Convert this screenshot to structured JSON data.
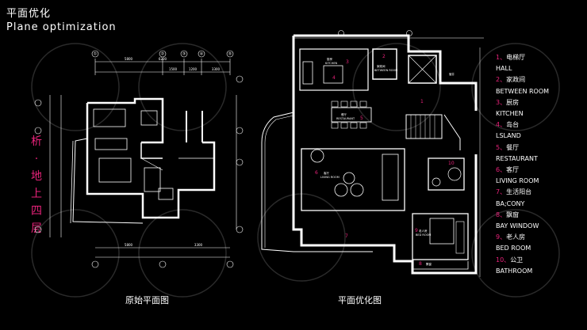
{
  "header": {
    "title_cn": "平面优化",
    "title_en": "Plane optimization"
  },
  "side_label": [
    "析",
    "·",
    "地",
    "上",
    "四",
    "层"
  ],
  "captions": {
    "original": "原始平面图",
    "optimized": "平面优化图"
  },
  "legend": [
    {
      "num": "1、",
      "cn": "电梯厅",
      "en": "HALL"
    },
    {
      "num": "2、",
      "cn": "家政间",
      "en": "BETWEEN ROOM"
    },
    {
      "num": "3、",
      "cn": "厨房",
      "en": "KITCHEN"
    },
    {
      "num": "4、",
      "cn": "岛台",
      "en": "LSLAND"
    },
    {
      "num": "5、",
      "cn": "餐厅",
      "en": "RESTAURANT"
    },
    {
      "num": "6、",
      "cn": "客厅",
      "en": "LIVING ROOM"
    },
    {
      "num": "7、",
      "cn": "生活阳台",
      "en": "BA;CONY"
    },
    {
      "num": "8、",
      "cn": "飘窗",
      "en": "BAY WINDOW"
    },
    {
      "num": "9、",
      "cn": "老人房",
      "en": "BED ROOM"
    },
    {
      "num": "10、",
      "cn": "公卫",
      "en": "BATHROOM"
    }
  ],
  "plan_labels": {
    "kitchen_cn": "厨房",
    "kitchen_en": "KITCHEN",
    "between_cn": "家政间",
    "between_en": "BETWEEN ROOM",
    "restaurant_cn": "餐厅",
    "restaurant_en": "RESTAURANT",
    "living_cn": "客厅",
    "living_en": "LIVING ROOM",
    "bed_cn": "老人房",
    "bed_en": "BED ROOM",
    "bay": "飘窗",
    "elevator_note": "管井"
  },
  "room_numbers": [
    "1",
    "2",
    "3",
    "4",
    "5",
    "6",
    "7",
    "8",
    "9",
    "10"
  ],
  "dimensions_top": [
    "5800",
    "1500",
    "1200",
    "3300"
  ],
  "dimensions_total": "6200",
  "grid_marks_top": [
    "①",
    "②",
    "③",
    "④",
    "⑤"
  ],
  "accent_color": "#e8227a"
}
